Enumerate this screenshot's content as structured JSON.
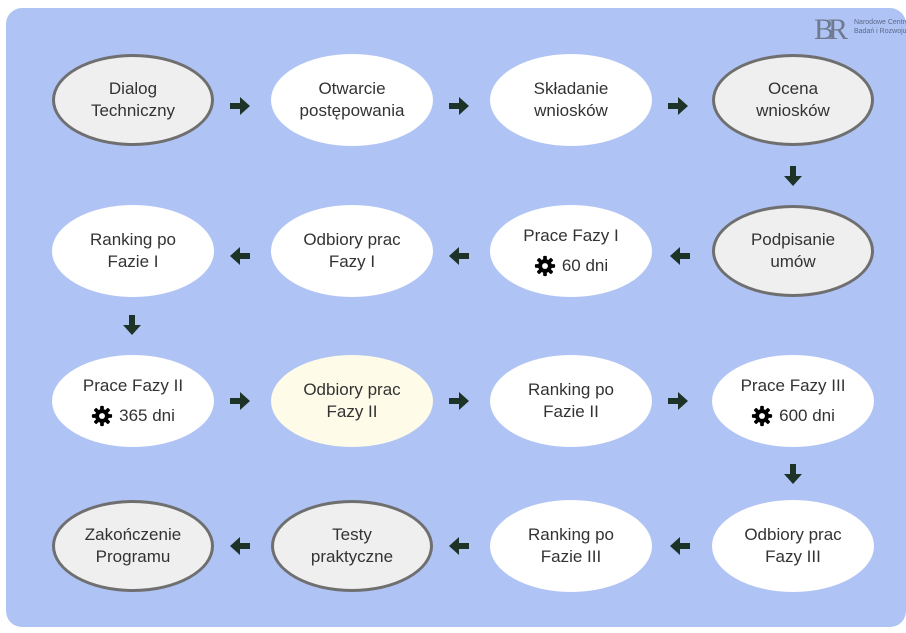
{
  "logo": {
    "mark": "BR",
    "text_line1": "Narodowe Centrum",
    "text_line2": "Badań i Rozwoju"
  },
  "nodes": {
    "dialog": "Dialog\nTechniczny",
    "otwarcie": "Otwarcie\npostępowania",
    "skladanie": "Składanie\nwniosków",
    "ocena": "Ocena\nwniosków",
    "podpisanie": "Podpisanie\numów",
    "prace1": "Prace Fazy I",
    "prace1_days": "60 dni",
    "odbiory1": "Odbiory prac\nFazy I",
    "ranking1": "Ranking po\nFazie I",
    "prace2": "Prace Fazy II",
    "prace2_days": "365 dni",
    "odbiory2": "Odbiory prac\nFazy II",
    "ranking2": "Ranking po\nFazie II",
    "prace3": "Prace Fazy III",
    "prace3_days": "600 dni",
    "odbiory3": "Odbiory prac\nFazy III",
    "ranking3": "Ranking po\nFazie III",
    "testy": "Testy\npraktyczne",
    "zakonczenie": "Zakończenie\nProgramu"
  },
  "icons": {
    "duration": "gear-icon",
    "flow_arrow": "arrow-icon"
  },
  "colors": {
    "background": "#b0c3f5",
    "node_white": "#ffffff",
    "node_cream": "#fefbe8",
    "node_grey": "#efefef",
    "node_border": "#6f6f6f",
    "arrow": "#1d3328",
    "text": "#333333"
  }
}
